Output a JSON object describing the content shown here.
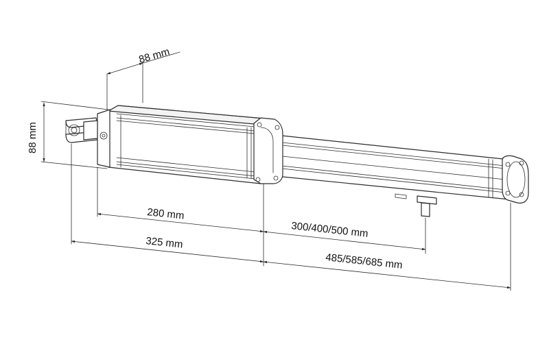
{
  "dimensions": {
    "width_top": "88 mm",
    "height_left": "88 mm",
    "body_length": "280 mm",
    "overall_length": "325 mm",
    "stroke": "300/400/500 mm",
    "extension": "485/585/685 mm"
  },
  "colors": {
    "line": "#2a2a2a",
    "text": "#111111",
    "background": "#ffffff"
  }
}
